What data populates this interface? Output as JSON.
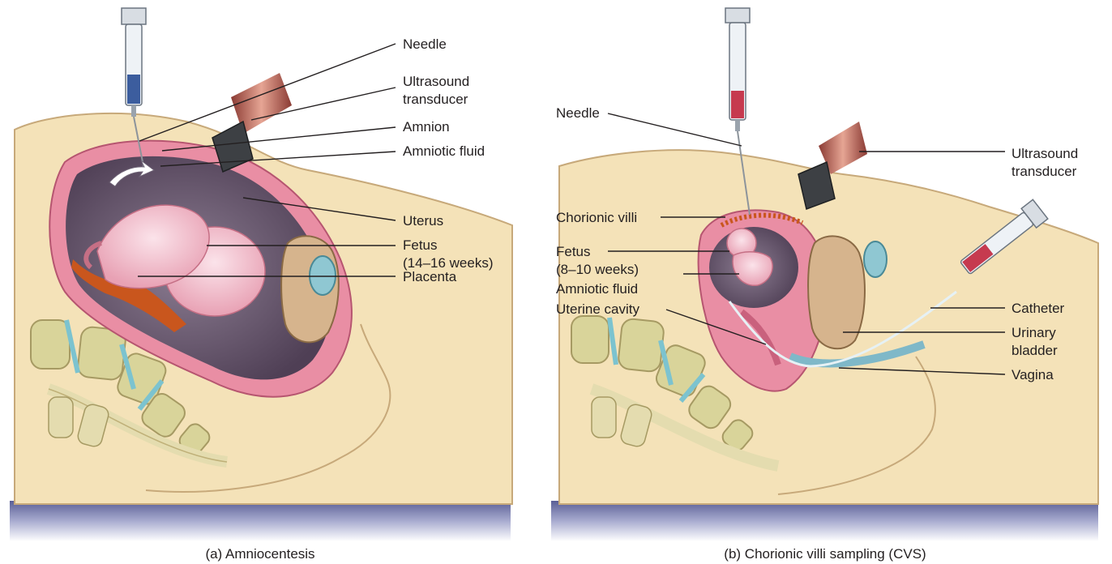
{
  "panel_a": {
    "caption": "(a) Amniocentesis",
    "labels": {
      "needle": "Needle",
      "ultrasound_1": "Ultrasound",
      "ultrasound_2": "transducer",
      "amnion": "Amnion",
      "amniotic_fluid": "Amniotic fluid",
      "uterus": "Uterus",
      "fetus_1": "Fetus",
      "fetus_2": "(14–16 weeks)",
      "placenta": "Placenta"
    }
  },
  "panel_b": {
    "caption": "(b) Chorionic villi sampling (CVS)",
    "labels": {
      "needle": "Needle",
      "ultrasound_1": "Ultrasound",
      "ultrasound_2": "transducer",
      "chorionic_villi": "Chorionic villi",
      "fetus_1": "Fetus",
      "fetus_2": "(8–10 weeks)",
      "amniotic_fluid": "Amniotic fluid",
      "uterine_cavity": "Uterine cavity",
      "catheter": "Catheter",
      "urinary_1": "Urinary",
      "urinary_2": "bladder",
      "vagina": "Vagina"
    }
  }
}
